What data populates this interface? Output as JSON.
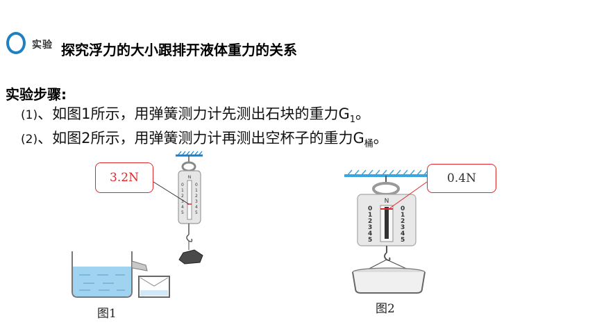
{
  "badge": {
    "label": "实验"
  },
  "title": "探究浮力的大小跟排开液体重力的关系",
  "steps_heading": "实验步骤:",
  "steps": [
    {
      "num": "(1)",
      "text": "、如图1所示，用弹簧测力计先测出石块的重力G",
      "sub": "1",
      "end": "。"
    },
    {
      "num": "(2)",
      "text": "、如图2所示，用弹簧测力计再测出空杯子的重力G",
      "sub": "桶",
      "end": "。"
    }
  ],
  "figure1": {
    "reading": "3.2N",
    "caption": "图1"
  },
  "figure2": {
    "reading": "0.4N",
    "caption": "图2"
  },
  "colors": {
    "accent": "#1e7fc1",
    "callout_border": "#e0262b",
    "water": "#9fd3ef"
  }
}
